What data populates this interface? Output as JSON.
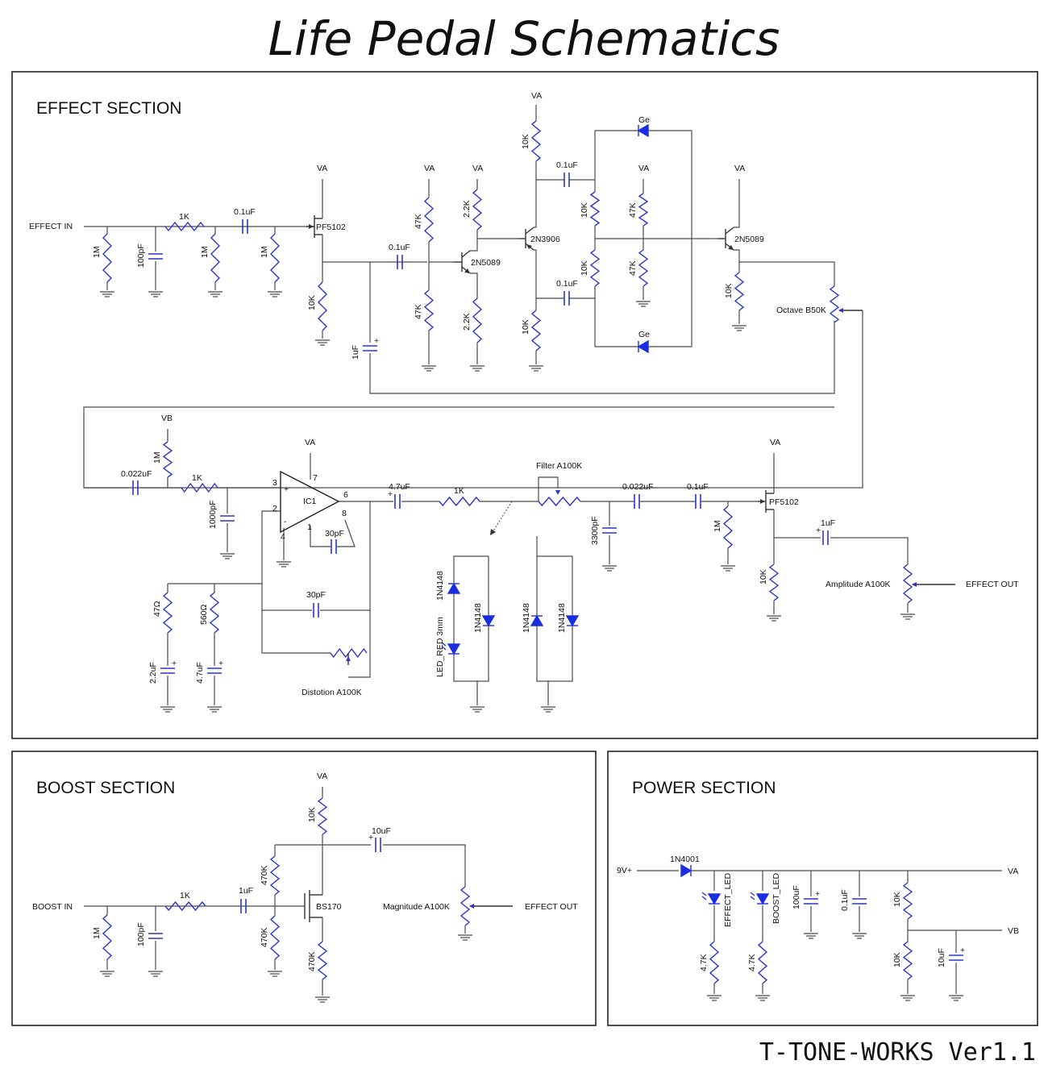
{
  "title": "Life Pedal Schematics",
  "credit": "T-TONE-WORKS Ver1.1",
  "sections": {
    "effect": "EFFECT SECTION",
    "boost": "BOOST SECTION",
    "power": "POWER SECTION"
  },
  "colors": {
    "component": "#2b35c8",
    "diode": "#1b2de0",
    "wire": "#4a4a4a",
    "frame": "#222222"
  },
  "labels": {
    "effect_in": "EFFECT IN",
    "effect_out": "EFFECT OUT",
    "boost_in": "BOOST IN",
    "boost_out": "EFFECT OUT",
    "va": "VA",
    "vb": "VB",
    "v9": "9V+",
    "r1m": "1M",
    "r1k": "1K",
    "r10k": "10K",
    "r47k": "47K",
    "r2k2": "2.2K",
    "r47": "47Ω",
    "r560": "560Ω",
    "r470k": "470K",
    "r4k7": "4.7K",
    "c100p": "100pF",
    "c01u": "0.1uF",
    "c1u": "1uF",
    "c0022u": "0.022uF",
    "c1000p": "1000pF",
    "c47u": "4.7uF",
    "c22u": "2.2uF",
    "c30p": "30pF",
    "c3300p": "3300pF",
    "c10u": "10uF",
    "c100u": "100uF",
    "pf5102": "PF5102",
    "n2n5089": "2N5089",
    "n2n3906": "2N3906",
    "bs170": "BS170",
    "ic1": "IC1",
    "ge": "Ge",
    "d1n4148": "1N4148",
    "d1n4001": "1N4001",
    "led_red": "LED_RED 3mm",
    "effect_led": "EFFECT_LED",
    "boost_led": "BOOST_LED",
    "pot_octave": "Octave  B50K",
    "pot_filter": "Filter  A100K",
    "pot_distortion": "Distotion  A100K",
    "pot_amplitude": "Amplitude  A100K",
    "pot_magnitude": "Magnitude  A100K",
    "pin_plus": "+",
    "pin_minus": "-",
    "pin2": "2",
    "pin3": "3",
    "pin4": "4",
    "pin6": "6",
    "pin7": "7",
    "pin8": "8",
    "pin1": "1"
  }
}
